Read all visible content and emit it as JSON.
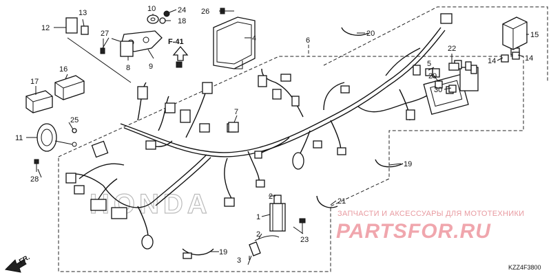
{
  "callouts": {
    "c1": "1",
    "c2": "2",
    "c3": "3",
    "c4": "4",
    "c5": "5",
    "c6": "6",
    "c7": "7",
    "c8": "8",
    "c9": "9",
    "c10": "10",
    "c11": "11",
    "c12": "12",
    "c13": "13",
    "c14a": "14",
    "c14b": "14",
    "c15": "15",
    "c16": "16",
    "c17": "17",
    "c18": "18",
    "c19a": "19",
    "c19b": "19",
    "c20": "20",
    "c21": "21",
    "c22": "22",
    "c23": "23",
    "c24": "24",
    "c25": "25",
    "c26": "26",
    "c27": "27",
    "c28": "28",
    "c29": "29",
    "c30": "30"
  },
  "reference": {
    "label": "F-41"
  },
  "watermark": {
    "subtitle": "ЗАПЧАСТИ И АКСЕССУАРЫ ДЛЯ МОТОТЕХНИКИ",
    "brand": "PARTSFOR.RU"
  },
  "direction": {
    "label": "FR."
  },
  "diagram_code": "KZZ4F3800",
  "background_logo": "HONDA",
  "colors": {
    "line": "#111111",
    "watermark": "#f0a6ad",
    "background": "#ffffff"
  }
}
